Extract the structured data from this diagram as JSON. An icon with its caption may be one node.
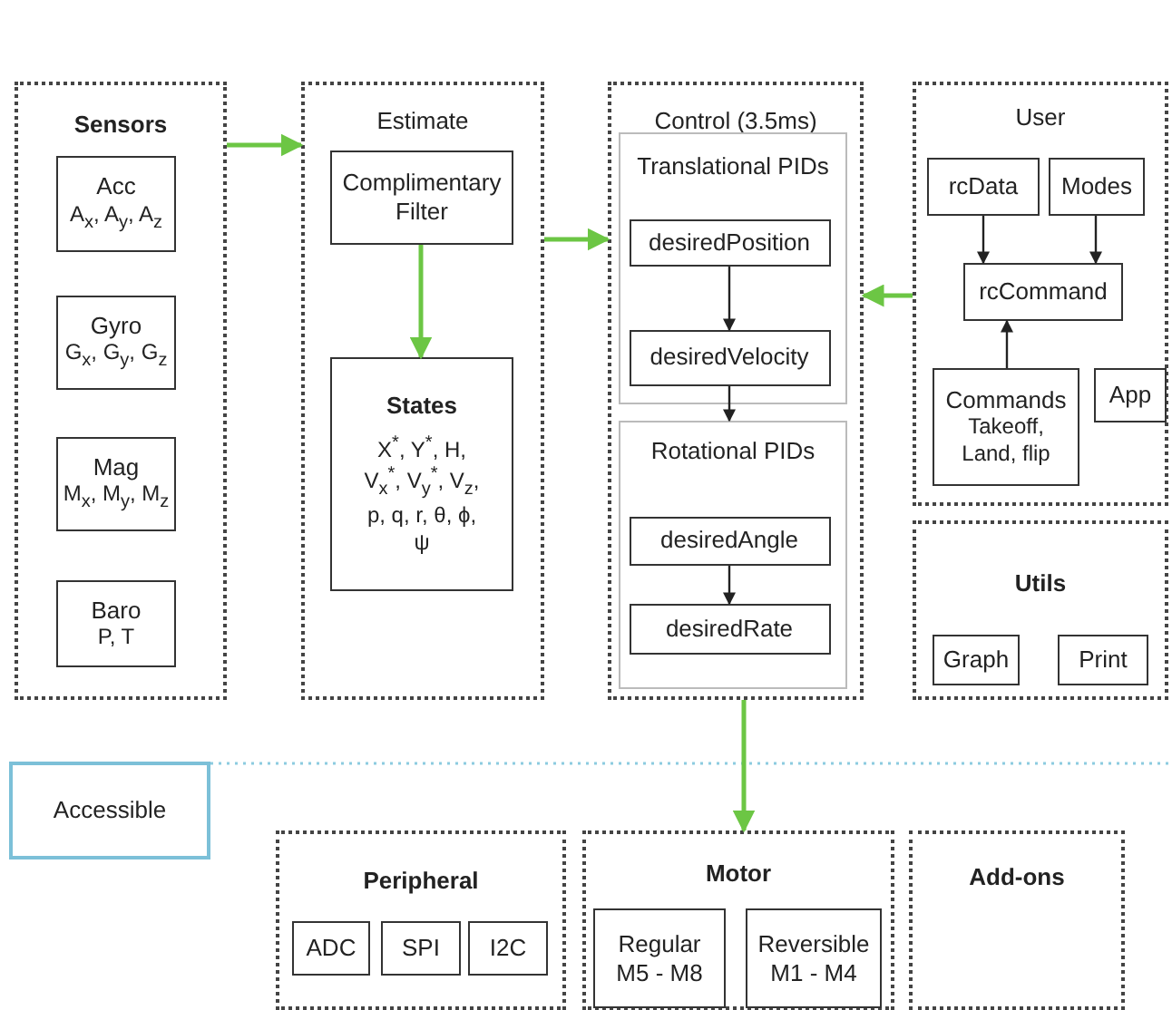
{
  "diagram": {
    "nodes": [
      {
        "text": [
          "Sensors"
        ]
      },
      {
        "text": [
          "Acc",
          "A$_{x}$, A$_{y}$, A$_{z}$"
        ],
        "in": 0
      },
      {
        "text": [
          "Gyro",
          "G$_{x}$, G$_{y}$, G$_{z}$"
        ],
        "in": 0
      },
      {
        "text": [
          "Mag",
          "M$_{x}$, M$_{y}$, M$_{z}$"
        ],
        "in": 0
      },
      {
        "text": [
          "Baro",
          "P, T"
        ],
        "in": 0
      },
      {
        "text": [
          "Estimate"
        ]
      },
      {
        "text": [
          "Complimentary Filter"
        ],
        "in": 5
      },
      {
        "text": [
          "States",
          "X$^{*}$, Y$^{*}$, H, V$_{x}$$^{*}$, V$_{y}$$^{*}$, V$_{z}$, p, q, r, θ, ϕ, ψ"
        ],
        "in": 5
      },
      {
        "text": [
          "Control (3.5ms)"
        ]
      },
      {
        "text": [
          "Translational PIDs"
        ],
        "in": 8
      },
      {
        "text": [
          "desiredPosition"
        ],
        "in": 9
      },
      {
        "text": [
          "desiredVelocity"
        ],
        "in": 9
      },
      {
        "text": [
          "Rotational PIDs"
        ],
        "in": 8
      },
      {
        "text": [
          "desiredAngle"
        ],
        "in": 12
      },
      {
        "text": [
          "desiredRate"
        ],
        "in": 12
      },
      {
        "text": [
          "User"
        ]
      },
      {
        "text": [
          "rcData"
        ],
        "in": 15
      },
      {
        "text": [
          "Modes"
        ],
        "in": 15
      },
      {
        "text": [
          "rcCommand"
        ],
        "in": 15
      },
      {
        "text": [
          "Commands",
          "Takeoff, Land, flip"
        ],
        "in": 15
      },
      {
        "text": [
          "App"
        ],
        "in": 15
      },
      {
        "text": [
          "Utils"
        ]
      },
      {
        "text": [
          "Graph"
        ],
        "in": 21
      },
      {
        "text": [
          "Print"
        ],
        "in": 21
      },
      {
        "text": [
          "Accessible"
        ]
      },
      {
        "text": [
          "Peripheral"
        ]
      },
      {
        "text": [
          "ADC"
        ],
        "in": 25
      },
      {
        "text": [
          "SPI"
        ],
        "in": 25
      },
      {
        "text": [
          "I2C"
        ],
        "in": 25
      },
      {
        "text": [
          "Motor"
        ]
      },
      {
        "text": [
          "Regular M5 - M8"
        ],
        "in": 29
      },
      {
        "text": [
          "Reversible M1 - M4"
        ],
        "in": 29
      },
      {
        "text": [
          "Add-ons"
        ]
      }
    ],
    "edges": [
      {
        "from": 0,
        "to": 5,
        "arrow": "to",
        "color": "#6cc644"
      },
      {
        "from": 6,
        "to": 7,
        "arrow": "to",
        "color": "#6cc644"
      },
      {
        "from": 5,
        "to": 8,
        "arrow": "to",
        "color": "#6cc644"
      },
      {
        "from": 15,
        "to": 8,
        "arrow": "to",
        "color": "#6cc644"
      },
      {
        "from": 10,
        "to": 11,
        "arrow": "to"
      },
      {
        "from": 11,
        "to": 12,
        "arrow": "to"
      },
      {
        "from": 13,
        "to": 14,
        "arrow": "to"
      },
      {
        "from": 16,
        "to": 18,
        "arrow": "to"
      },
      {
        "from": 17,
        "to": 18,
        "arrow": "to"
      },
      {
        "from": 19,
        "to": 18,
        "arrow": "to"
      },
      {
        "from": 8,
        "to": 29,
        "arrow": "to",
        "color": "#6cc644"
      }
    ]
  }
}
